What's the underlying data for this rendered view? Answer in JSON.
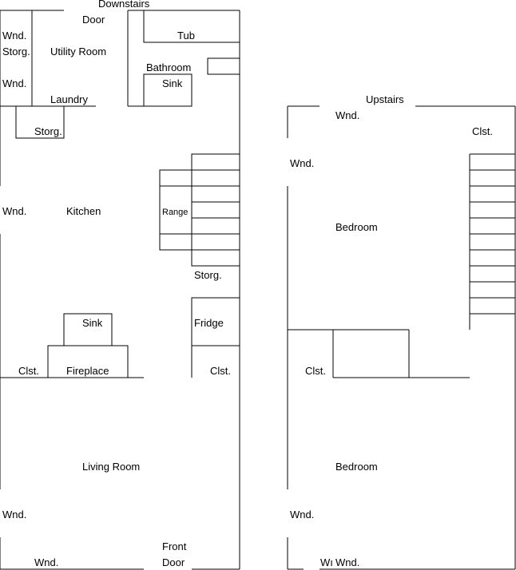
{
  "downstairs": {
    "title": "Downstairs",
    "rooms": {
      "door_top": "Door",
      "utility_room": "Utility Room",
      "tub": "Tub",
      "bathroom": "Bathroom",
      "bath_sink": "Sink",
      "laundry": "Laundry",
      "storage_top": "Storg.",
      "storage_small": "Storg.",
      "kitchen": "Kitchen",
      "range": "Range",
      "storage_right": "Storg.",
      "fridge": "Fridge",
      "kitchen_sink": "Sink",
      "fireplace": "Fireplace",
      "closet_left": "Clst.",
      "closet_right": "Clst.",
      "living_room": "Living Room",
      "front_door_line1": "Front",
      "front_door_line2": "Door"
    },
    "windows": {
      "w1": "Wnd.",
      "w2": "Wnd.",
      "w3": "Wnd.",
      "w4": "Wnd.",
      "w5": "Wnd."
    }
  },
  "upstairs": {
    "title": "Upstairs",
    "rooms": {
      "closet_top": "Clst.",
      "bedroom_top": "Bedroom",
      "closet_mid": "Clst.",
      "bedroom_bottom": "Bedroom"
    },
    "windows": {
      "w_top": "Wnd.",
      "w_left_top": "Wnd.",
      "w_left_bottom": "Wnd.",
      "w_bottom_1": "Wı",
      "w_bottom_2": "Wnd."
    }
  }
}
